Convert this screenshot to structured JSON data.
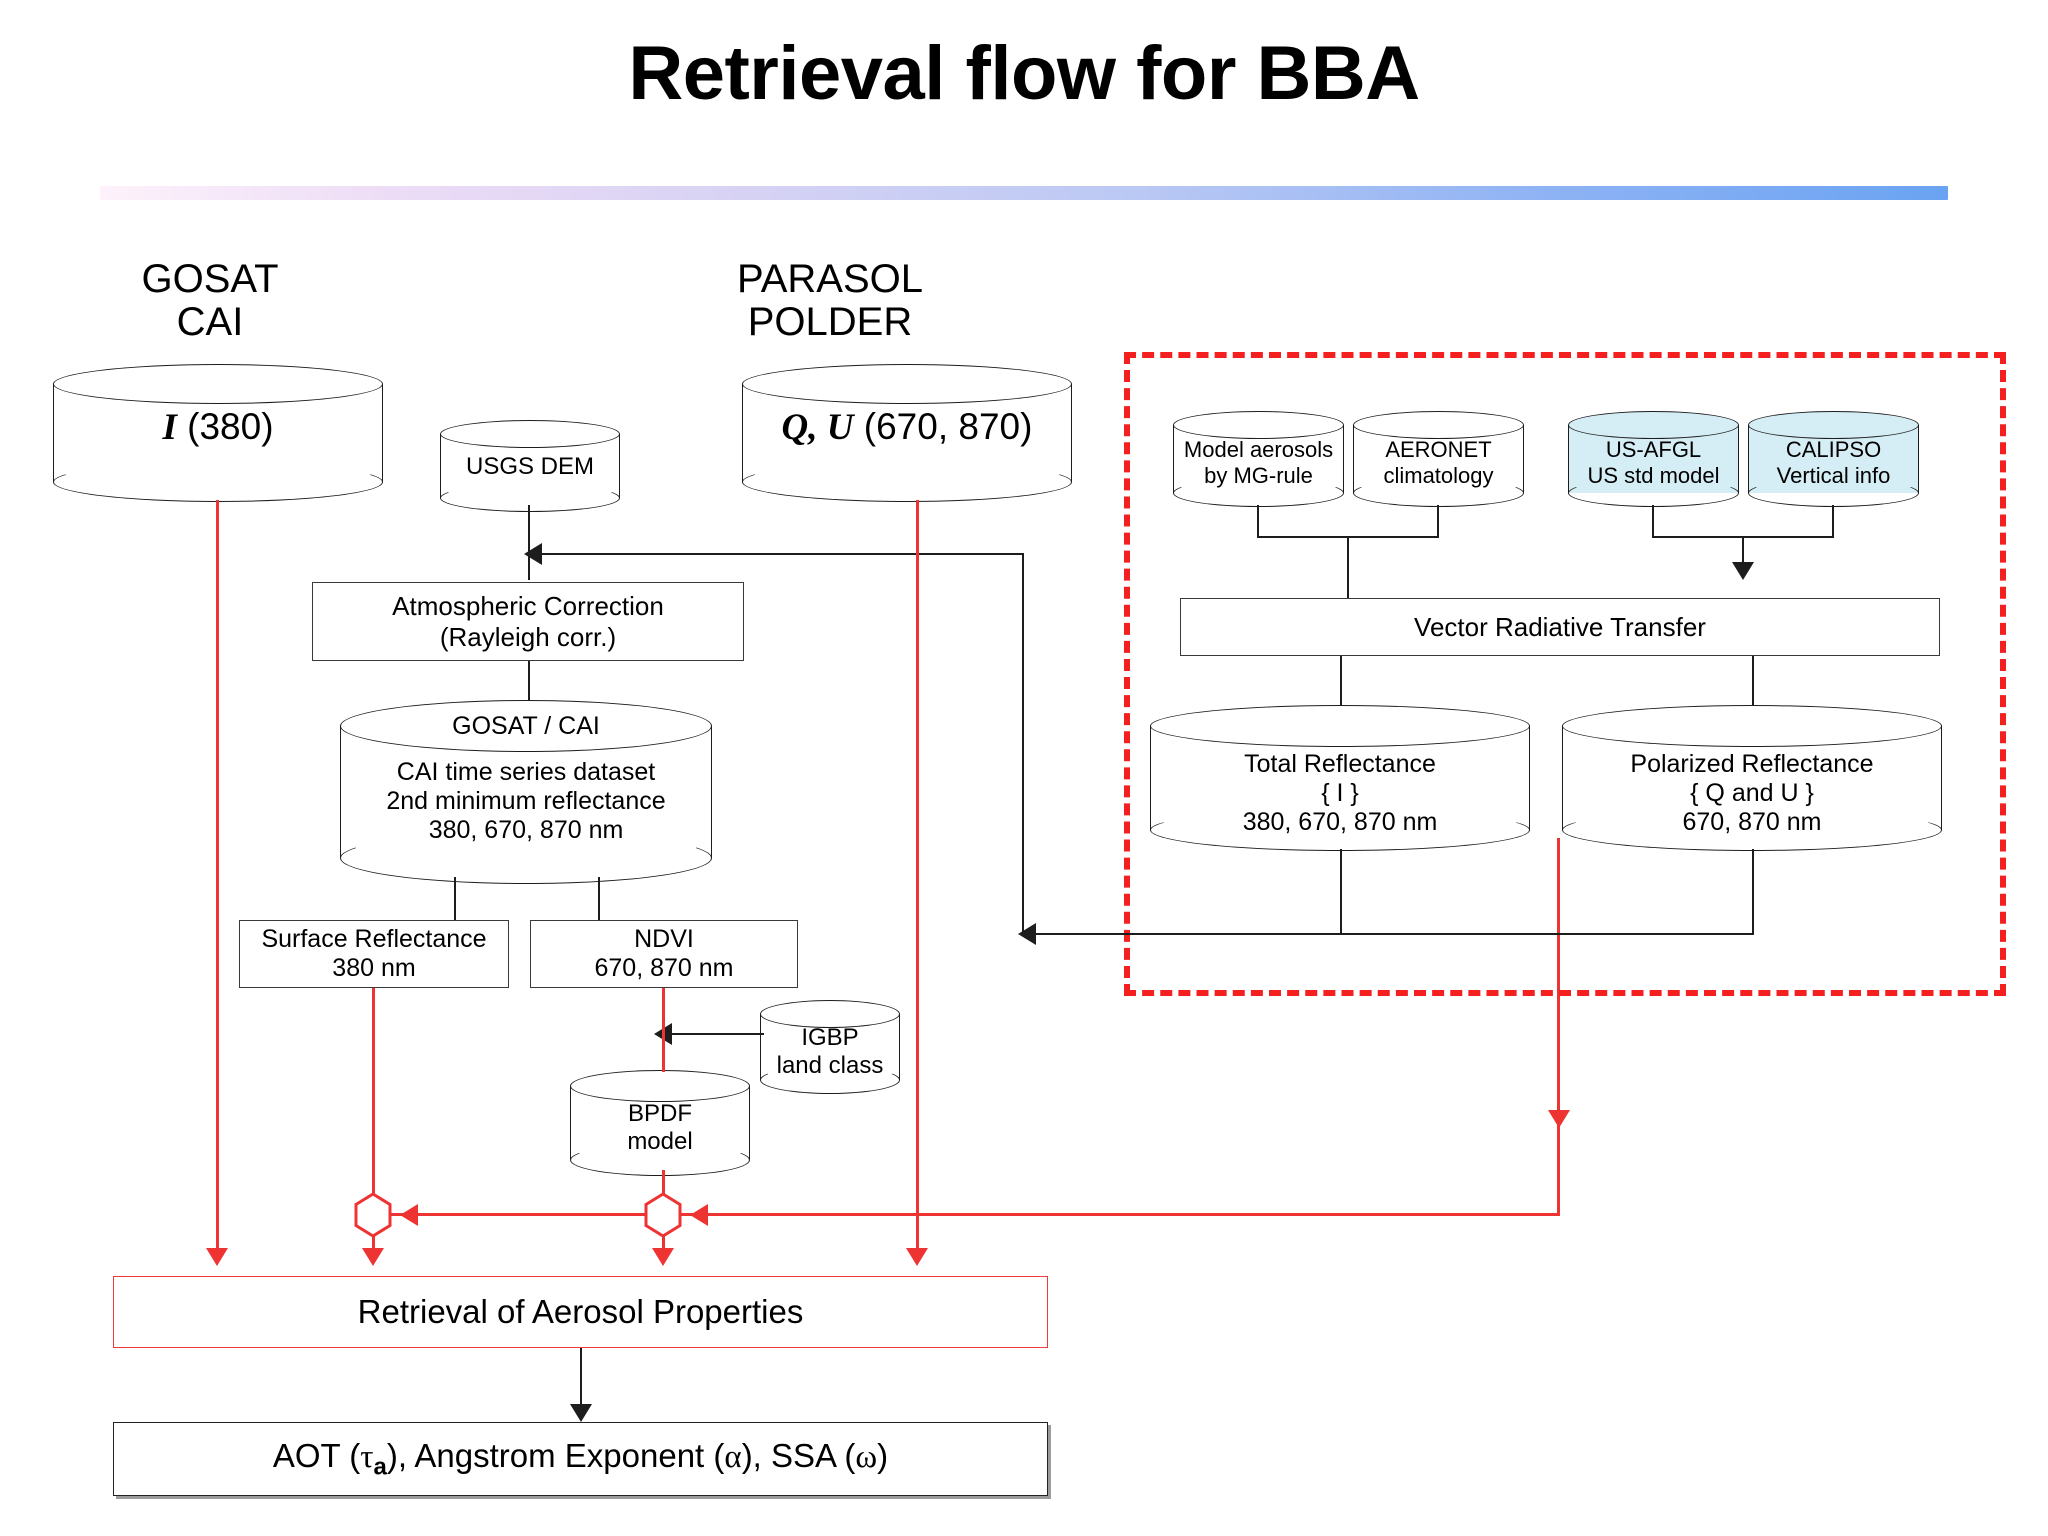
{
  "slide": {
    "title": "Retrieval flow for BBA",
    "accent_gradient_from": "#fdf2fb",
    "accent_gradient_to": "#6aa3f2",
    "red": "#ee3333",
    "dash_red": "#f42020",
    "tint_blue": "#d5edf5"
  },
  "sources": {
    "gosat_label_line1": "GOSAT",
    "gosat_label_line2": "CAI",
    "gosat_cyl_text": "I (380)",
    "gosat_cyl_text_italic": "I",
    "gosat_cyl_text_rest": " (380)",
    "parasol_label_line1": "PARASOL",
    "parasol_label_line2": "POLDER",
    "parasol_cyl_text_italic": "Q, U",
    "parasol_cyl_text_rest": " (670, 870)",
    "usgs_dem": "USGS DEM"
  },
  "left_flow": {
    "atmospheric_correction_line1": "Atmospheric Correction",
    "atmospheric_correction_line2": "(Rayleigh corr.)",
    "cai_db_cap": "GOSAT / CAI",
    "cai_db_line1": "CAI time series dataset",
    "cai_db_line2": "2nd minimum reflectance",
    "cai_db_line3": "380, 670, 870 nm",
    "surface_reflectance_line1": "Surface Reflectance",
    "surface_reflectance_line2": "380 nm",
    "ndvi_line1": "NDVI",
    "ndvi_line2": "670, 870 nm",
    "igbp_line1": "IGBP",
    "igbp_line2": "land class",
    "bpdf_line1": "BPDF",
    "bpdf_line2": "model"
  },
  "rt_module": {
    "model_aerosols_line1": "Model aerosols",
    "model_aerosols_line2": "by MG-rule",
    "aeronet_line1": "AERONET",
    "aeronet_line2": "climatology",
    "usafgl_line1": "US-AFGL",
    "usafgl_line2": "US std model",
    "calipso_line1": "CALIPSO",
    "calipso_line2": "Vertical info",
    "vector_rt": "Vector Radiative Transfer",
    "total_reflectance_line1": "Total Reflectance",
    "total_reflectance_line2": "{ I }",
    "total_reflectance_line3": "380, 670, 870 nm",
    "polarized_reflectance_line1": "Polarized Reflectance",
    "polarized_reflectance_line2": "{ Q and U }",
    "polarized_reflectance_line3": "670, 870 nm"
  },
  "outputs": {
    "retrieval_box": "Retrieval of Aerosol Properties",
    "final_aot": "AOT (",
    "final_tau": "τ",
    "final_tau_sub": "a",
    "final_mid": "),  Angstrom Exponent  (",
    "final_alpha": "α",
    "final_mid2": "),  SSA (",
    "final_omega": "ω",
    "final_end": ")"
  }
}
